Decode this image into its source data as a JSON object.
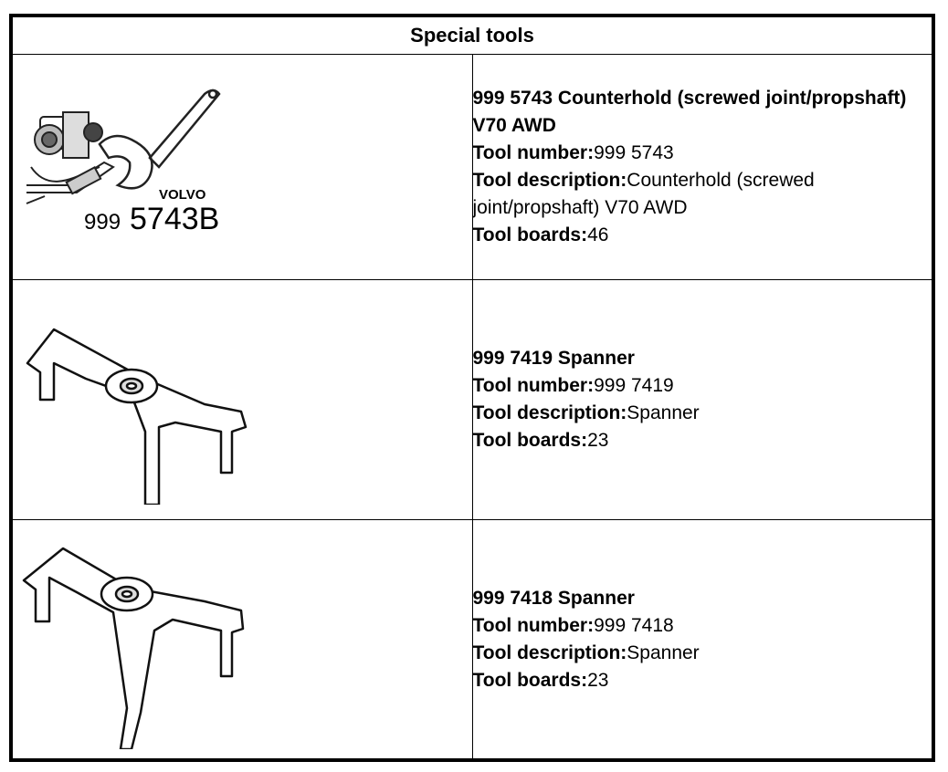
{
  "table": {
    "header": "Special tools"
  },
  "tools": [
    {
      "title": "999 5743 Counterhold (screwed joint/propshaft) V70 AWD",
      "number_label": "Tool number:",
      "number": "999 5743",
      "description_label": "Tool description:",
      "description": "Counterhold (screwed joint/propshaft) V70 AWD",
      "boards_label": "Tool boards:",
      "boards": "46",
      "image_brand": "VOLVO",
      "image_code_prefix": "999",
      "image_code": "5743B",
      "icon": "counterhold-tool-icon"
    },
    {
      "title": "999 7419 Spanner",
      "number_label": "Tool number:",
      "number": "999 7419",
      "description_label": "Tool description:",
      "description": "Spanner",
      "boards_label": "Tool boards:",
      "boards": "23",
      "icon": "spanner-tool-icon"
    },
    {
      "title": "999 7418 Spanner",
      "number_label": "Tool number:",
      "number": "999 7418",
      "description_label": "Tool description:",
      "description": "Spanner",
      "boards_label": "Tool boards:",
      "boards": "23",
      "icon": "spanner-tool-icon"
    }
  ]
}
